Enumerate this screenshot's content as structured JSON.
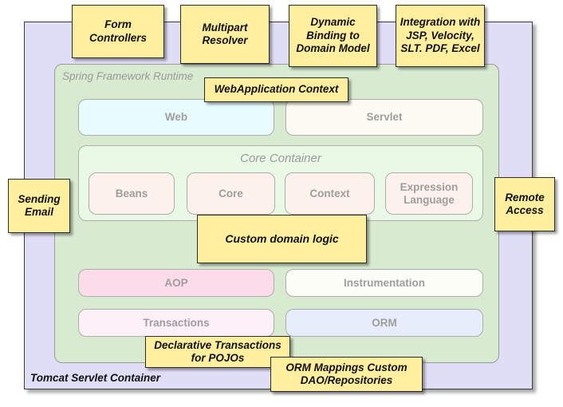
{
  "diagram": {
    "title": "Spring Framework Runtime architecture with annotation notes",
    "colors": {
      "note_fill": "#ffef9e",
      "note_border": "#2b2b2b",
      "container_purple": "#e0ddf7",
      "runtime_green": "#d8ebd1",
      "core_container_green": "#e9f9e6",
      "module_text": "#9e9e9e"
    }
  },
  "tomcat": {
    "label": "Tomcat Servlet Container"
  },
  "spring": {
    "label": "Spring Framework Runtime"
  },
  "core_container": {
    "label": "Core Container",
    "modules": [
      {
        "label": "Beans"
      },
      {
        "label": "Core"
      },
      {
        "label": "Context"
      },
      {
        "label": "Expression Language"
      }
    ]
  },
  "modules": {
    "web": "Web",
    "servlet": "Servlet",
    "aop": "AOP",
    "instrumentation": "Instrumentation",
    "transactions": "Transactions",
    "orm": "ORM"
  },
  "notes": {
    "form_controllers": "Form Controllers",
    "multipart_resolver": "Multipart Resolver",
    "dynamic_binding": "Dynamic Binding to Domain Model",
    "integration": "Integration with JSP, Velocity, SLT. PDF, Excel",
    "webapplication_context": "WebApplication Context",
    "sending_email": "Sending Email",
    "remote_access": "Remote Access",
    "custom_domain_logic": "Custom domain logic",
    "declarative_transactions": "Declarative Transactions for POJOs",
    "orm_mappings": "ORM Mappings Custom DAO/Repositories"
  }
}
